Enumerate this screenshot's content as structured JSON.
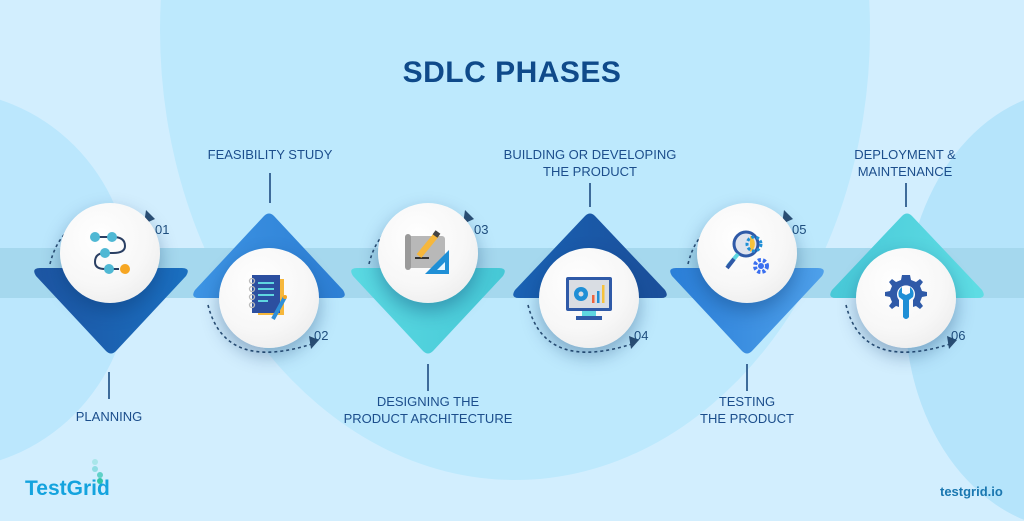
{
  "title": "SDLC PHASES",
  "colors": {
    "background": "#d2eefe",
    "band": "#a5d8ee",
    "title": "#0f4a8a",
    "label": "#1c4e8c",
    "dark_blue": "#1f5aa6",
    "medium_blue": "#3a8de0",
    "teal": "#4fd1dc",
    "accent_orange": "#f6a623",
    "brand": "#14a3de"
  },
  "phases": [
    {
      "number": "01",
      "label_line1": "PLANNING",
      "label_line2": "",
      "icon": "workflow-path-icon",
      "label_position": "bottom"
    },
    {
      "number": "02",
      "label_line1": "FEASIBILITY STUDY",
      "label_line2": "",
      "icon": "notepad-pencil-icon",
      "label_position": "top"
    },
    {
      "number": "03",
      "label_line1": "DESIGNING THE",
      "label_line2": "PRODUCT ARCHITECTURE",
      "icon": "blueprint-ruler-icon",
      "label_position": "bottom"
    },
    {
      "number": "04",
      "label_line1": "BUILDING OR DEVELOPING",
      "label_line2": "THE PRODUCT",
      "icon": "monitor-gear-chart-icon",
      "label_position": "top"
    },
    {
      "number": "05",
      "label_line1": "TESTING",
      "label_line2": "THE PRODUCT",
      "icon": "magnifier-gear-icon",
      "label_position": "bottom"
    },
    {
      "number": "06",
      "label_line1": "DEPLOYMENT &",
      "label_line2": "MAINTENANCE",
      "icon": "gear-wrench-icon",
      "label_position": "top"
    }
  ],
  "footer": {
    "brand": "TestGrid",
    "website": "testgrid.io"
  }
}
